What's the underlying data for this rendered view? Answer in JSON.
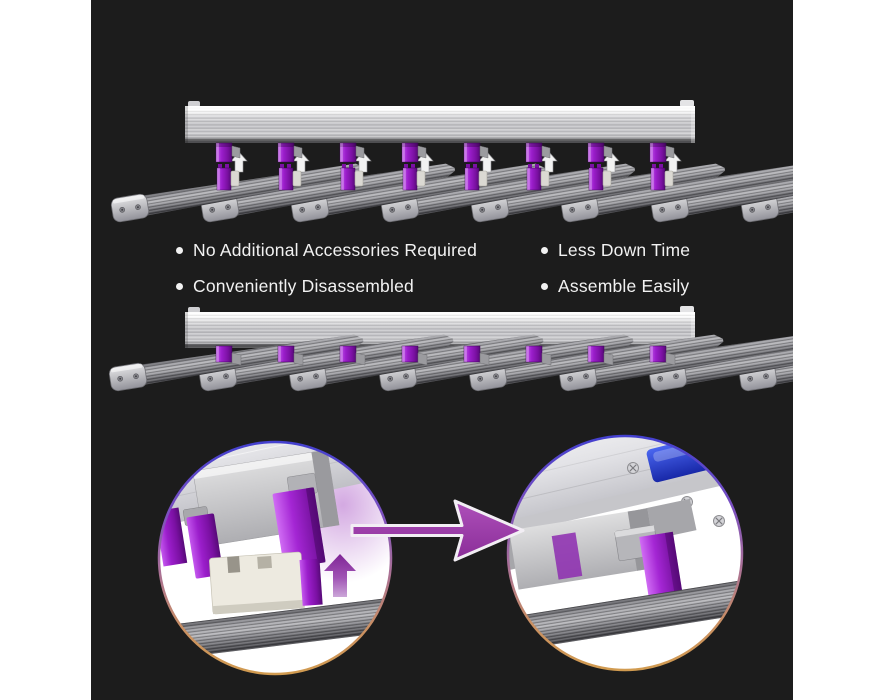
{
  "features": {
    "items": [
      {
        "label": "No Additional Accessories Required"
      },
      {
        "label": "Conveniently Disassembled"
      },
      {
        "label": "Less Down Time"
      },
      {
        "label": "Assemble Easily"
      }
    ],
    "bullet_glyph": "•"
  },
  "figures": {
    "exploded_fixture": {
      "bar_count": 8,
      "connector_count": 8,
      "up_arrow_count": 8
    },
    "assembled_fixture": {
      "bar_count": 8,
      "connector_count": 8
    },
    "detail_callouts": {
      "count": 2,
      "connected_by": "right-pointing purple arrow"
    }
  },
  "icons": {
    "bullet": "•",
    "white_up_arrow": "⇧",
    "purple_up_arrow": "⇧",
    "connector_arrow_right": "➤"
  },
  "colors": {
    "page_background": "#ffffff",
    "panel_background": "#1c1c1c",
    "text": "#f2f2f2",
    "accent_purple": "#9b1ecb",
    "arrow_purple": "#9b3da4",
    "rim_top": "#4340cf",
    "rim_bottom": "#d19b50",
    "metal_light": "#d4d4d6",
    "bar_gray": "#8a8a8f",
    "blue_detail": "#2f46d8"
  }
}
